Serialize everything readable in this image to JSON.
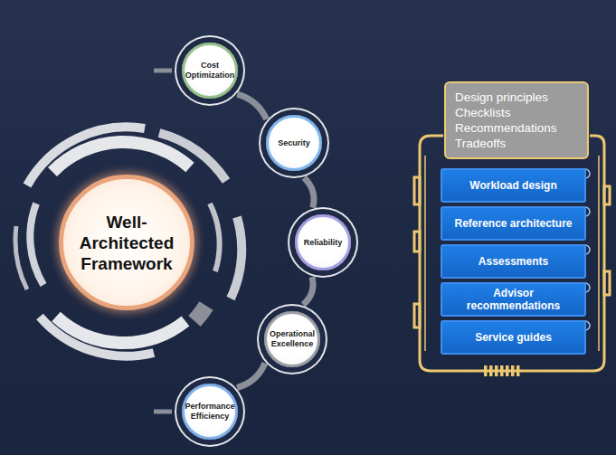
{
  "diagram": {
    "nodes": [
      {
        "text": [
          "Well-Architected Framework"
        ]
      },
      {
        "text": [
          "Cost Optimization"
        ]
      },
      {
        "text": [
          "Security"
        ]
      },
      {
        "text": [
          "Reliability"
        ]
      },
      {
        "text": [
          "Operational Excellence"
        ]
      },
      {
        "text": [
          "Performance Efficiency"
        ]
      },
      {
        "text": [
          "Design principles",
          "Checklists",
          "Recommendations",
          "Tradeoffs"
        ]
      },
      {
        "text": [
          "Workload design"
        ]
      },
      {
        "text": [
          "Reference architecture"
        ]
      },
      {
        "text": [
          "Assessments"
        ]
      },
      {
        "text": [
          "Advisor recommendations"
        ]
      },
      {
        "text": [
          "Service guides"
        ]
      }
    ],
    "edges": [
      {
        "from": 1,
        "to": 2,
        "arrow": "none"
      },
      {
        "from": 2,
        "to": 3,
        "arrow": "none"
      },
      {
        "from": 3,
        "to": 4,
        "arrow": "none"
      },
      {
        "from": 4,
        "to": 5,
        "arrow": "none"
      }
    ]
  }
}
